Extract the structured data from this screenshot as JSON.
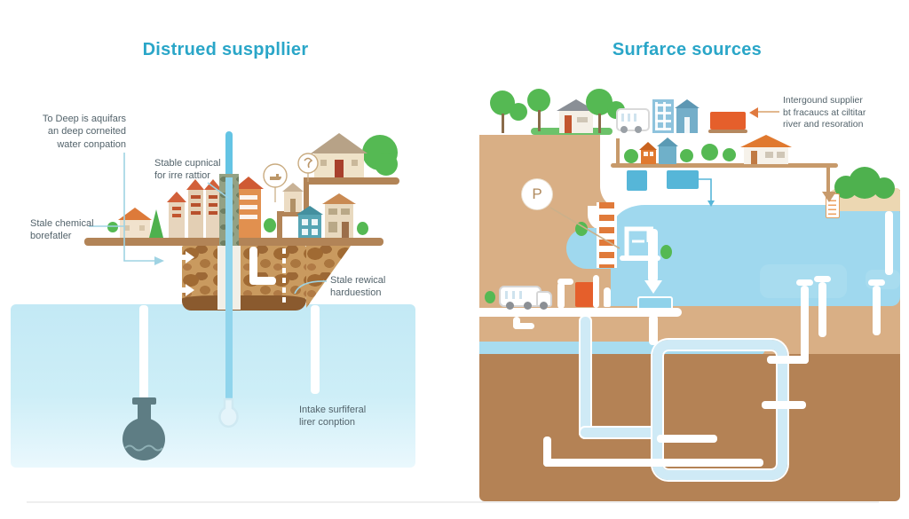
{
  "page": {
    "background": "#ffffff"
  },
  "colors": {
    "title_teal": "#2aa6c8",
    "label_gray": "#53636b",
    "leader_teal": "#9fd3e3",
    "ground_brown": "#b28457",
    "soil_tan": "#c99a5f",
    "soil_dark_band": "#8a5a2e",
    "water_left": "#c3e9f5",
    "lake_blue": "#9fd8ee",
    "right_tan": "#d9af85",
    "right_brown": "#b48255",
    "pipe_blue": "#cfeaf6",
    "info_box_blue": "#56b6d8",
    "orange": "#e55f2b",
    "green": "#55b953",
    "flask_slate": "#5e7d84"
  },
  "left_panel": {
    "title": "Distrued susppllier",
    "labels": {
      "deep_aquifer": "To Deep is aquifars\nan deep corneited\nwater conpation",
      "stable_cupnical": "Stable cupnical\nfor irre rattior",
      "stale_chemical": "Stale chemical\nborefatler",
      "stale_rewical": "Stale rewical\nharduestion",
      "intake": "Intake surfiferal\nlirer conption"
    }
  },
  "right_panel": {
    "title": "Surfarce sources",
    "labels": {
      "intergound": "Intergound supplier\nbt fracaucs at ciltitar\nriver and resoration"
    },
    "p_marker": "P"
  }
}
